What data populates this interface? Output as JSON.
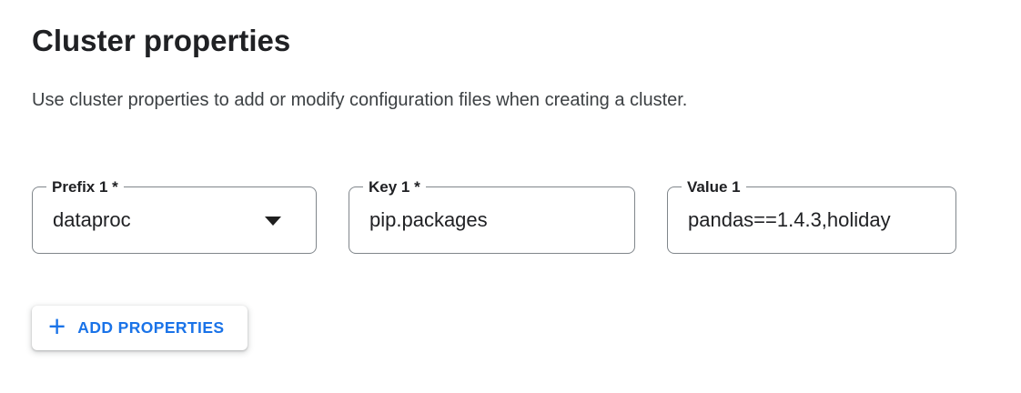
{
  "header": {
    "title": "Cluster properties",
    "description": "Use cluster properties to add or modify configuration files when creating a cluster."
  },
  "property_row": {
    "prefix": {
      "label": "Prefix 1 *",
      "value": "dataproc"
    },
    "key": {
      "label": "Key 1 *",
      "value": "pip.packages"
    },
    "value": {
      "label": "Value 1",
      "value": "pandas==1.4.3,holiday"
    }
  },
  "actions": {
    "add_properties": {
      "icon": "+",
      "label": "ADD PROPERTIES"
    }
  },
  "colors": {
    "accent_blue": "#1a73e8",
    "text_primary": "#202124",
    "text_secondary": "#3c4043",
    "field_border": "#80868b"
  }
}
